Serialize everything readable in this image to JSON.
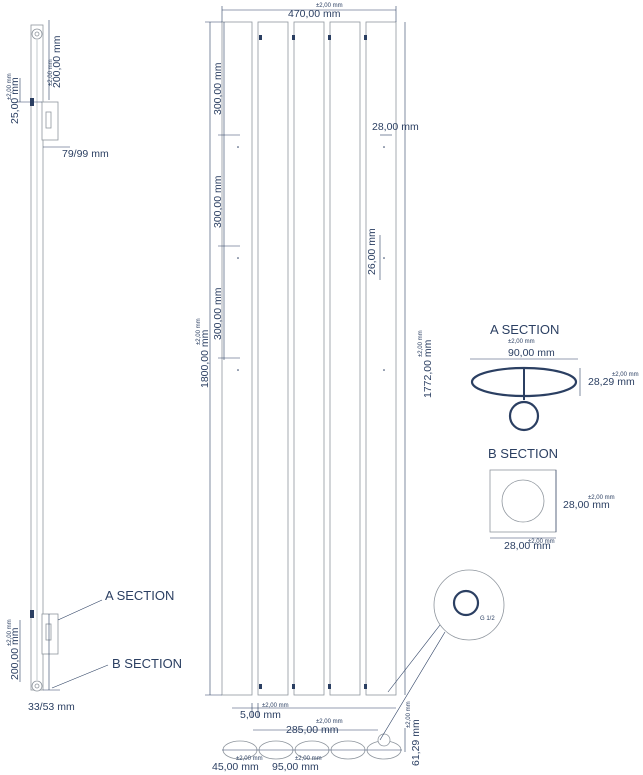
{
  "dimensions": {
    "side_top_bracket": "200,00 mm",
    "side_top_offset": "25,00 mm",
    "side_depth": "79/99 mm",
    "side_bottom_bracket": "200,00 mm",
    "side_bottom_depth": "33/53 mm",
    "overall_width": "470,00 mm",
    "panel_width": "28,00 mm",
    "spacing_1": "300,00 mm",
    "spacing_2": "300,00 mm",
    "spacing_3": "300,00 mm",
    "panel_depth": "26,00 mm",
    "overall_height": "1800,00 mm",
    "panel_height": "1772,00 mm",
    "gap": "5,00 mm",
    "pipe_center": "285,00 mm",
    "pipe_height": "61,29 mm",
    "edge_offset": "45,00 mm",
    "pitch": "95,00 mm"
  },
  "tolerance": "±2,00 mm",
  "section_a": {
    "title": "A SECTION",
    "width": "90,00 mm",
    "height": "28,29 mm"
  },
  "section_b": {
    "title": "B SECTION",
    "height": "28,00 mm",
    "width": "28,00 mm"
  },
  "labels": {
    "a_section": "A SECTION",
    "b_section": "B SECTION",
    "thread": "G 1/2"
  },
  "colors": {
    "dimension_text": "#2b3f62",
    "outline": "#8f969e"
  }
}
